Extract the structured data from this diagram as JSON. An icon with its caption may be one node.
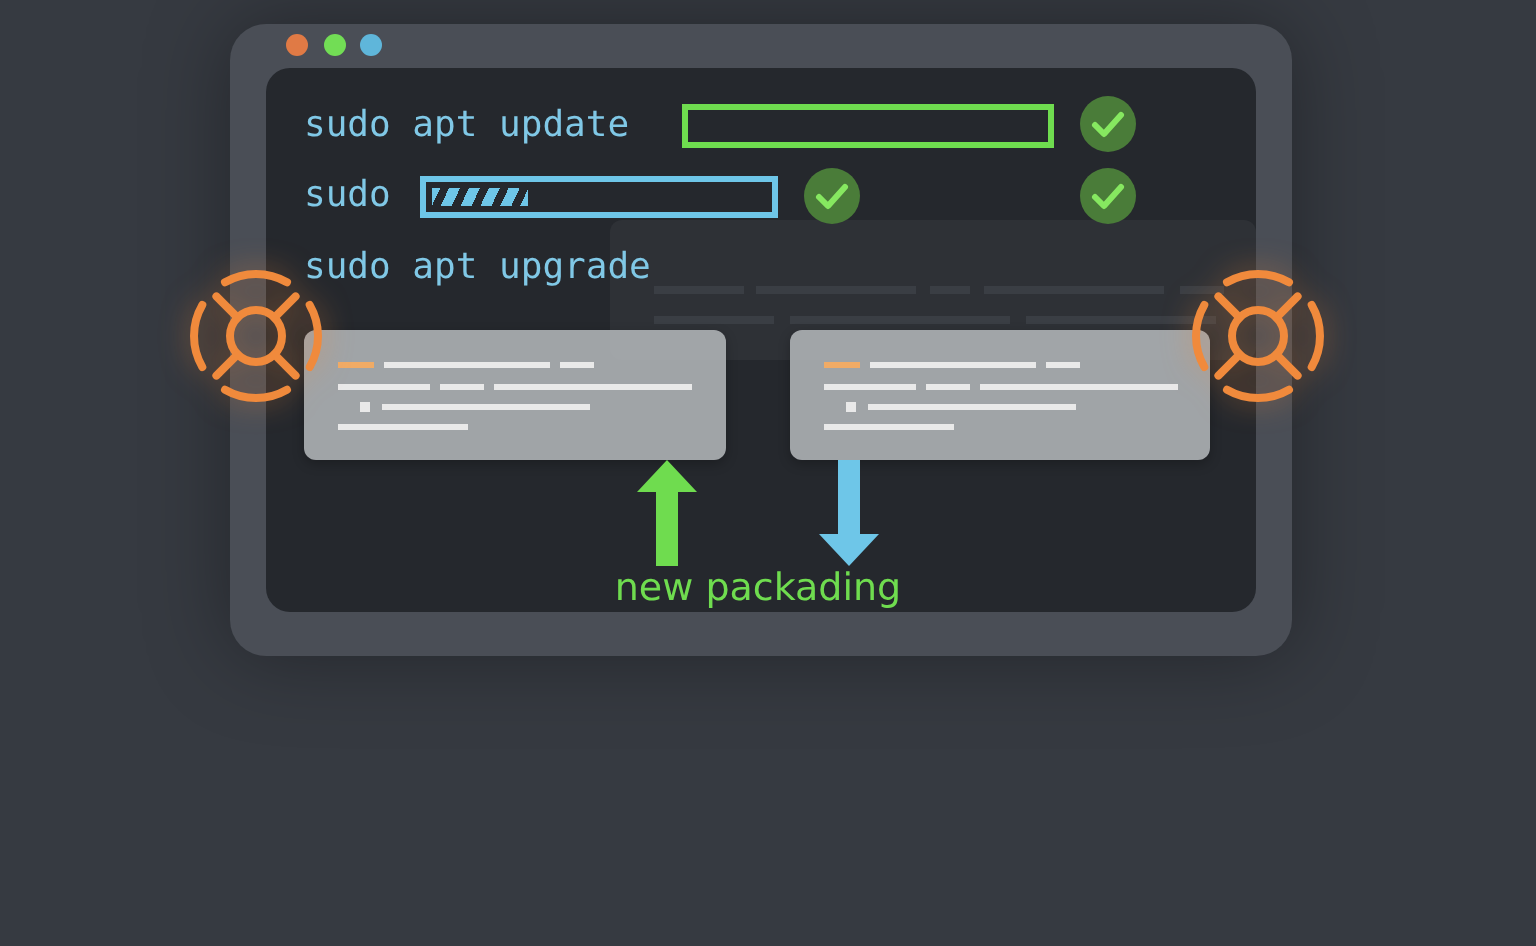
{
  "diagram": {
    "nodes": [
      {
        "text": [],
        "shape": "box"
      },
      {
        "text": [],
        "shape": "box"
      },
      {
        "text": [
          "new packading"
        ]
      }
    ],
    "edges": [
      {
        "from": 2,
        "to": 0,
        "arrow": "to",
        "color": "#6fdc4f"
      },
      {
        "from": 1,
        "to": 2,
        "arrow": "to",
        "color": "#6ec6e8"
      }
    ],
    "labels": [
      "sudo apt update",
      "sudo",
      "sudo apt upgrade"
    ]
  }
}
